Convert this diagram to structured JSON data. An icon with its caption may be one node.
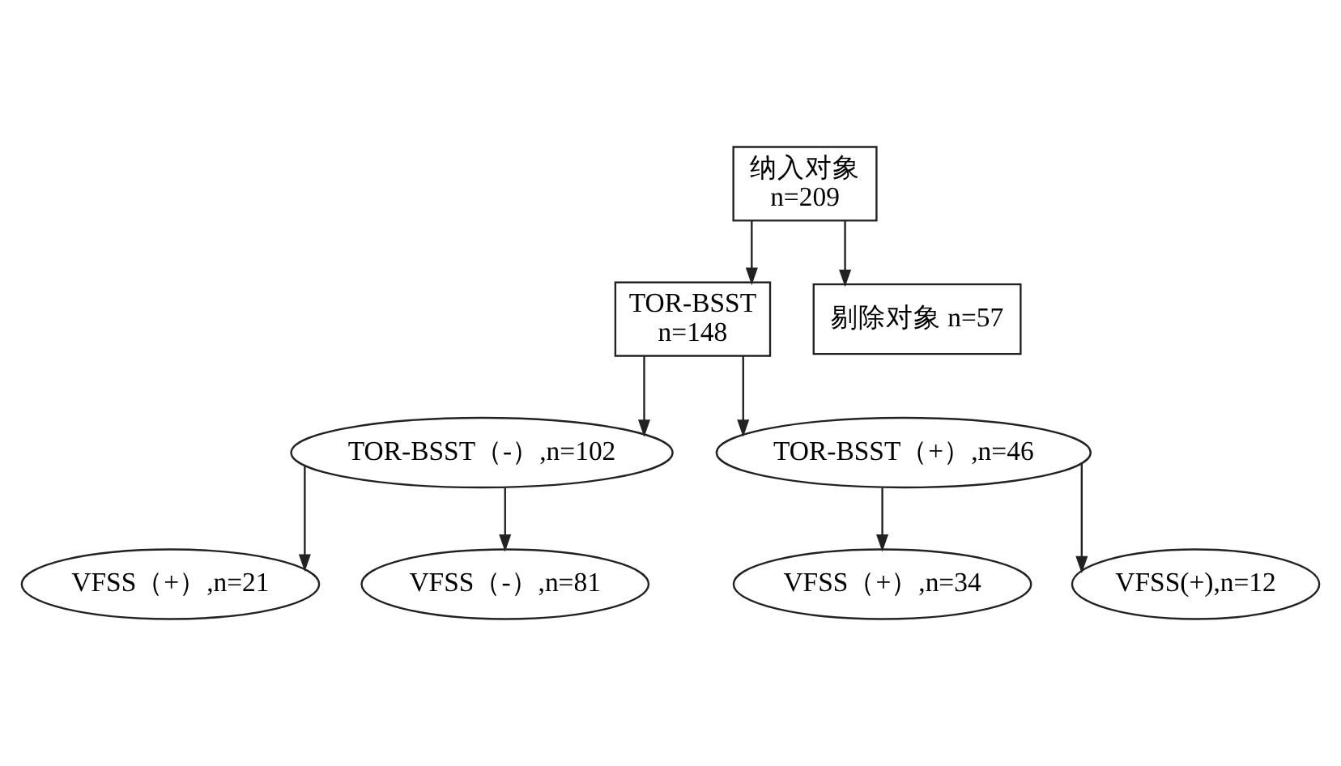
{
  "diagram": {
    "nodes": [
      {
        "text": [
          "纳入对象 n=209"
        ]
      },
      {
        "text": [
          "TOR-BSST n=148"
        ]
      },
      {
        "text": [
          "剔除对象 n=57"
        ]
      },
      {
        "text": [
          "TOR-BSST（-）,n=102"
        ]
      },
      {
        "text": [
          "TOR-BSST（+）,n=46"
        ]
      },
      {
        "text": [
          "VFSS（+）,n=21"
        ]
      },
      {
        "text": [
          "VFSS（-）,n=81"
        ]
      },
      {
        "text": [
          "VFSS（+）,n=34"
        ]
      },
      {
        "text": [
          "VFSS(+),n=12"
        ]
      }
    ],
    "edges": [
      {
        "from": 0,
        "to": 1,
        "arrow": "to"
      },
      {
        "from": 0,
        "to": 2,
        "arrow": "to"
      },
      {
        "from": 1,
        "to": 3,
        "arrow": "to"
      },
      {
        "from": 1,
        "to": 4,
        "arrow": "to"
      },
      {
        "from": 3,
        "to": 5,
        "arrow": "to"
      },
      {
        "from": 3,
        "to": 6,
        "arrow": "to"
      },
      {
        "from": 4,
        "to": 7,
        "arrow": "to"
      },
      {
        "from": 4,
        "to": 8,
        "arrow": "to"
      }
    ]
  }
}
